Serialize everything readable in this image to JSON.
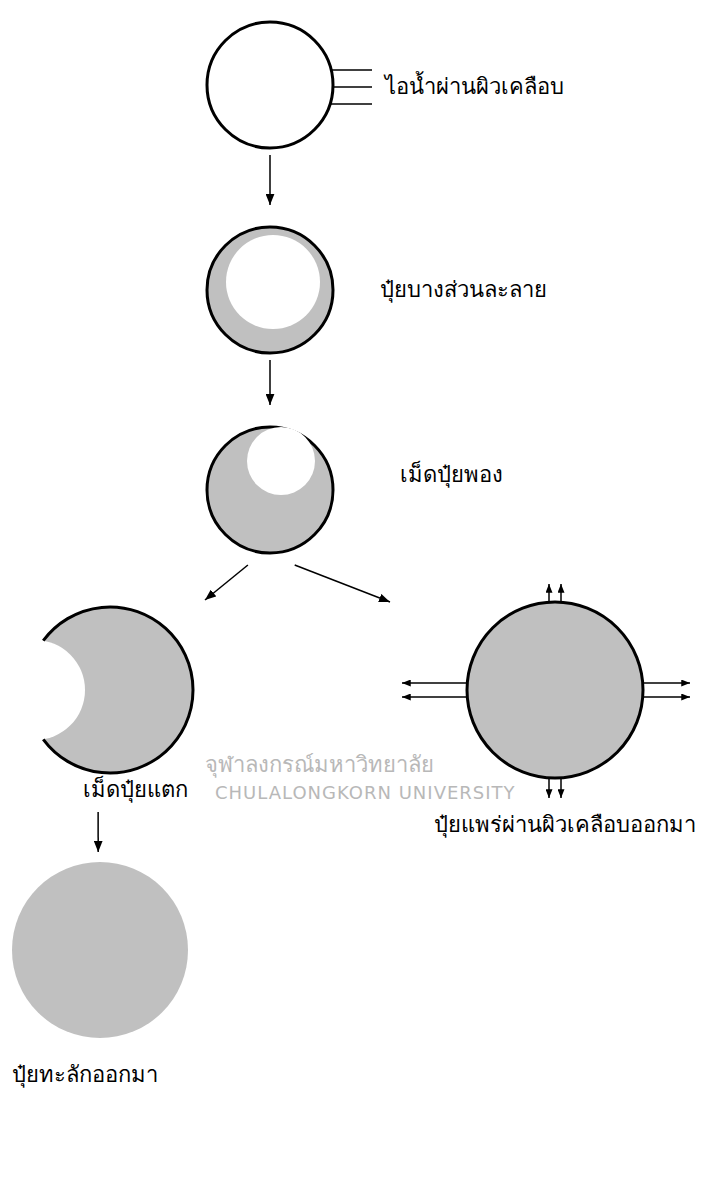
{
  "diagram": {
    "nodes": [
      {
        "text": [
          "ไอน้ำผ่านผิวเคลือบ"
        ]
      },
      {
        "text": [
          "ปุ๋ยบางส่วนละลาย"
        ]
      },
      {
        "text": [
          "เม็ดปุ๋ยพอง"
        ]
      },
      {
        "text": [
          "เม็ดปุ๋ยแตก"
        ]
      },
      {
        "text": [
          "ปุ๋ยแพร่ผ่านผิวเคลือบออกมา"
        ]
      },
      {
        "text": [
          "ปุ๋ยทะลักออกมา"
        ]
      }
    ],
    "edges": [
      {
        "from": 0,
        "to": 1,
        "arrow": "to"
      },
      {
        "from": 1,
        "to": 2,
        "arrow": "to"
      },
      {
        "from": 2,
        "to": 3,
        "arrow": "to"
      },
      {
        "from": 2,
        "to": 4,
        "arrow": "to"
      },
      {
        "from": 3,
        "to": 5,
        "arrow": "to"
      }
    ],
    "labels": [
      "จุฬาลงกรณ์มหาวิทยาลัย",
      "CHULALONGKORN UNIVERSITY"
    ]
  }
}
